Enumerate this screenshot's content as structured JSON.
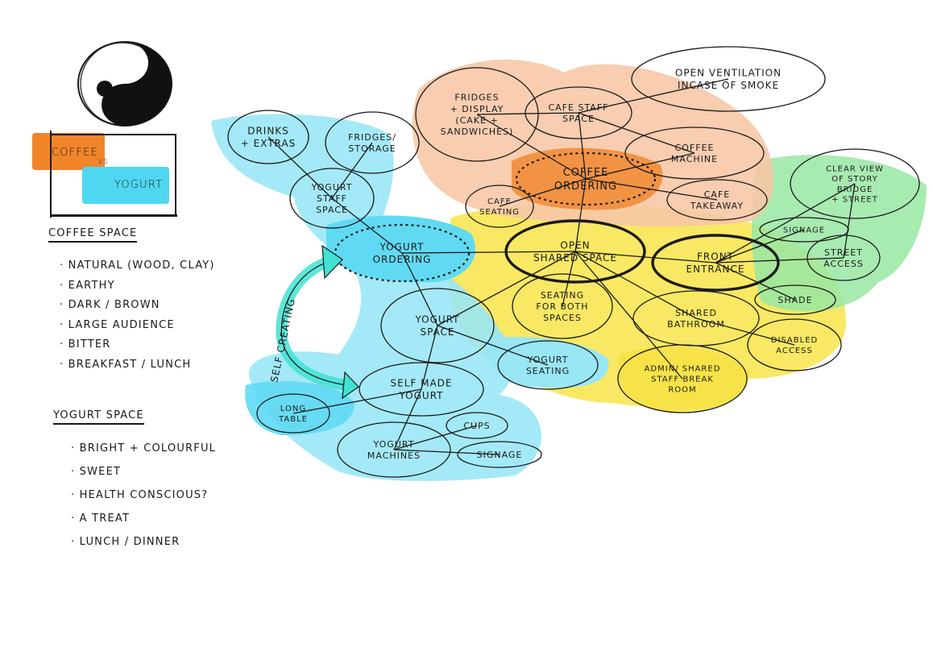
{
  "colors": {
    "coffee": "#f0852a",
    "coffee_light": "#f6c29e",
    "yogurt": "#4fd7f2",
    "yogurt_light": "#8fe4f5",
    "shared": "#f7e135",
    "entrance": "#8de59a",
    "ink": "#1a1a1a"
  },
  "legend": {
    "coffee_label": "COFFEE",
    "vs_label": "VS",
    "yogurt_label": "YOGURT"
  },
  "coffee_space": {
    "heading": "COFFEE SPACE",
    "items": [
      "NATURAL (WOOD, CLAY)",
      "EARTHY",
      "DARK / BROWN",
      "LARGE AUDIENCE",
      "BITTER",
      "BREAKFAST / LUNCH"
    ]
  },
  "yogurt_space": {
    "heading": "YOGURT SPACE",
    "items": [
      "BRIGHT + COLOURFUL",
      "SWEET",
      "HEALTH CONSCIOUS?",
      "A TREAT",
      "LUNCH / DINNER"
    ]
  },
  "nodes": {
    "open_ventilation": [
      "OPEN VENTILATION",
      "INCASE OF SMOKE"
    ],
    "fridges_display": [
      "FRIDGES",
      "+ DISPLAY",
      "(CAKE +",
      "SANDWICHES)"
    ],
    "cafe_staff_space": [
      "CAFE STAFF",
      "SPACE"
    ],
    "coffee_machine": [
      "COFFEE",
      "MACHINE"
    ],
    "coffee_ordering": [
      "COFFEE",
      "ORDERING"
    ],
    "cafe_seating": [
      "CAFE",
      "SEATING"
    ],
    "cafe_takeaway": [
      "CAFE",
      "TAKEAWAY"
    ],
    "clear_view": [
      "CLEAR VIEW",
      "OF STORY",
      "BRIDGE",
      "+ STREET"
    ],
    "signage_front": [
      "SIGNAGE"
    ],
    "street_access": [
      "STREET",
      "ACCESS"
    ],
    "front_entrance": [
      "FRONT",
      "ENTRANCE"
    ],
    "shade": [
      "SHADE"
    ],
    "disabled_access": [
      "DISABLED",
      "ACCESS"
    ],
    "open_shared_space": [
      "OPEN",
      "SHARED SPACE"
    ],
    "seating_both": [
      "SEATING",
      "FOR BOTH",
      "SPACES"
    ],
    "shared_bathroom": [
      "SHARED",
      "BATHROOM"
    ],
    "admin_staff": [
      "ADMIN/ SHARED",
      "STAFF BREAK",
      "ROOM"
    ],
    "drinks_extras": [
      "DRINKS",
      "+ EXTRAS"
    ],
    "fridges_storage": [
      "FRIDGES/",
      "STORAGE"
    ],
    "yogurt_staff_space": [
      "YOGURT",
      "STAFF",
      "SPACE"
    ],
    "yogurt_ordering": [
      "YOGURT",
      "ORDERING"
    ],
    "yogurt_space": [
      "YOGURT",
      "SPACE"
    ],
    "yogurt_seating": [
      "YOGURT",
      "SEATING"
    ],
    "self_made_yogurt": [
      "SELF MADE",
      "YOGURT"
    ],
    "long_table": [
      "LONG",
      "TABLE"
    ],
    "yogurt_machines": [
      "YOGURT",
      "MACHINES"
    ],
    "cups": [
      "CUPS"
    ],
    "signage_yogurt": [
      "SIGNAGE"
    ]
  },
  "arrow_label": "SELF CREATING"
}
